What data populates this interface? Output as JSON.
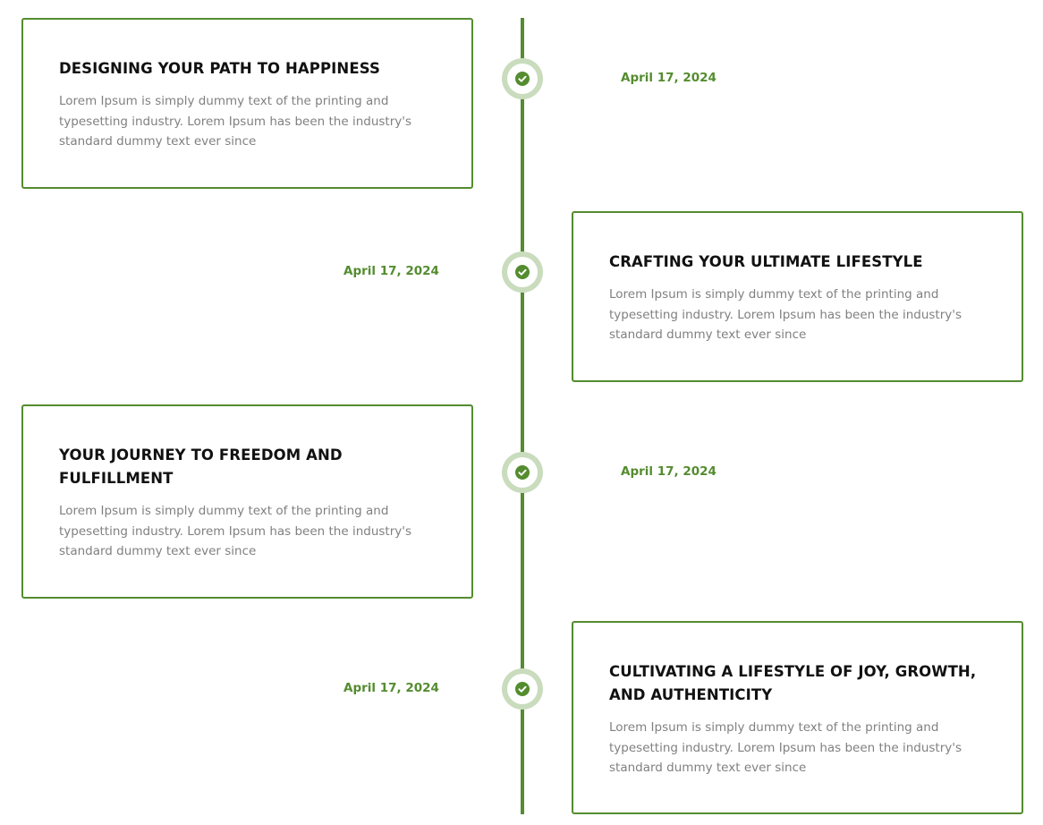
{
  "accent_color": "#548c2f",
  "timeline": {
    "items": [
      {
        "title": "DESIGNING YOUR PATH TO HAPPINESS",
        "text": "Lorem Ipsum is simply dummy text of the printing and typesetting industry. Lorem Ipsum has been the industry's standard dummy text ever since",
        "date": "April 17, 2024",
        "icon": "check-circle-icon"
      },
      {
        "title": "CRAFTING YOUR ULTIMATE LIFESTYLE",
        "text": "Lorem Ipsum is simply dummy text of the printing and typesetting industry. Lorem Ipsum has been the industry's standard dummy text ever since",
        "date": "April 17, 2024",
        "icon": "check-circle-icon"
      },
      {
        "title": "YOUR JOURNEY TO FREEDOM AND FULFILLMENT",
        "text": "Lorem Ipsum is simply dummy text of the printing and typesetting industry. Lorem Ipsum has been the industry's standard dummy text ever since",
        "date": "April 17, 2024",
        "icon": "check-circle-icon"
      },
      {
        "title": "CULTIVATING A LIFESTYLE OF JOY, GROWTH, AND AUTHENTICITY",
        "text": "Lorem Ipsum is simply dummy text of the printing and typesetting industry. Lorem Ipsum has been the industry's standard dummy text ever since",
        "date": "April 17, 2024",
        "icon": "check-circle-icon"
      }
    ]
  }
}
